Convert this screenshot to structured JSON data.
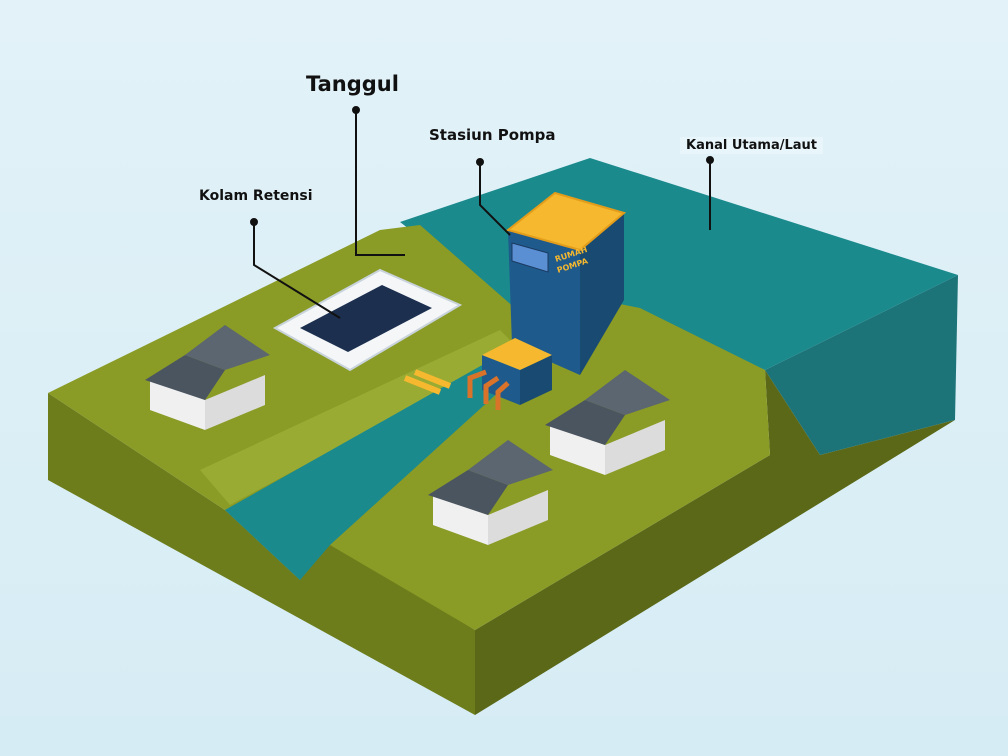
{
  "labels": {
    "tanggul": "Tanggul",
    "stasiun_pompa": "Stasiun Pompa",
    "kolam_retensi": "Kolam Retensi",
    "kanal_utama": "Kanal Utama/Laut"
  },
  "building_sign": [
    "RUMAH",
    "POMPA"
  ],
  "colors": {
    "land_top": "#8a9b26",
    "land_side": "#6a7a1c",
    "water": "#1a8a8e",
    "building": "#1f5a8c",
    "roof": "#f5b82e"
  }
}
